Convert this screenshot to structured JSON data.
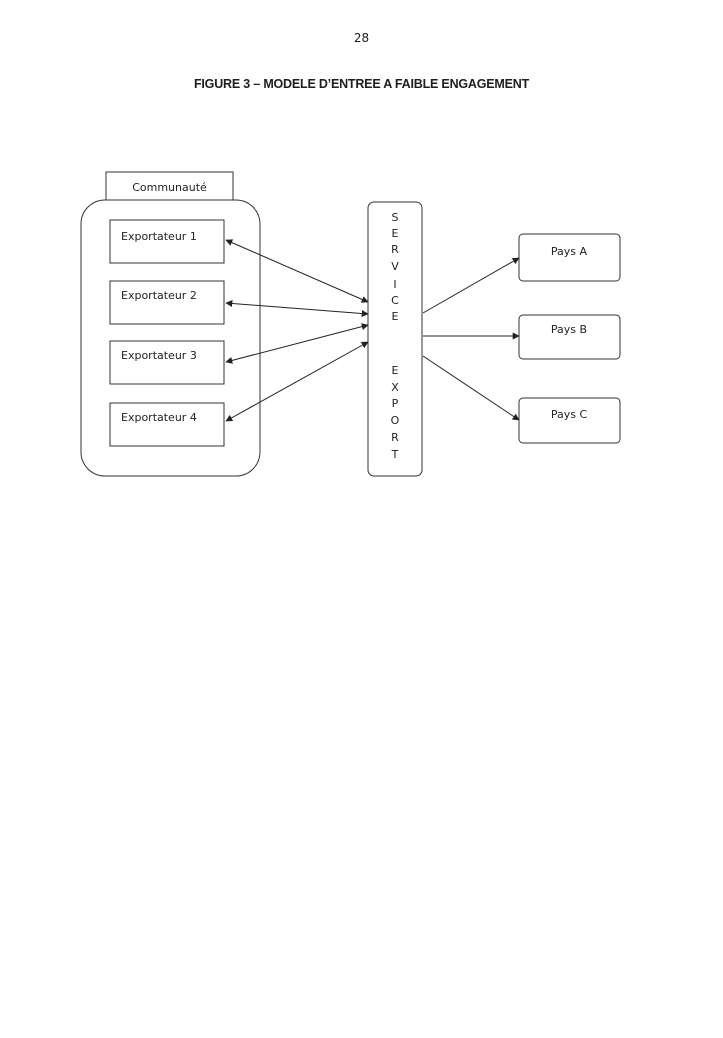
{
  "page": {
    "number": "28"
  },
  "figure": {
    "title": "FIGURE 3 – MODELE D’ENTREE A FAIBLE ENGAGEMENT"
  },
  "community": {
    "label": "Communauté",
    "exporters": [
      "Exportateur 1",
      "Exportateur 2",
      "Exportateur 3",
      "Exportateur 4"
    ]
  },
  "service": {
    "word1_letters": [
      "S",
      "E",
      "R",
      "V",
      "I",
      "C",
      "E"
    ],
    "word2_letters": [
      "E",
      "X",
      "P",
      "O",
      "R",
      "T"
    ]
  },
  "countries": [
    "Pays A",
    "Pays B",
    "Pays C"
  ]
}
